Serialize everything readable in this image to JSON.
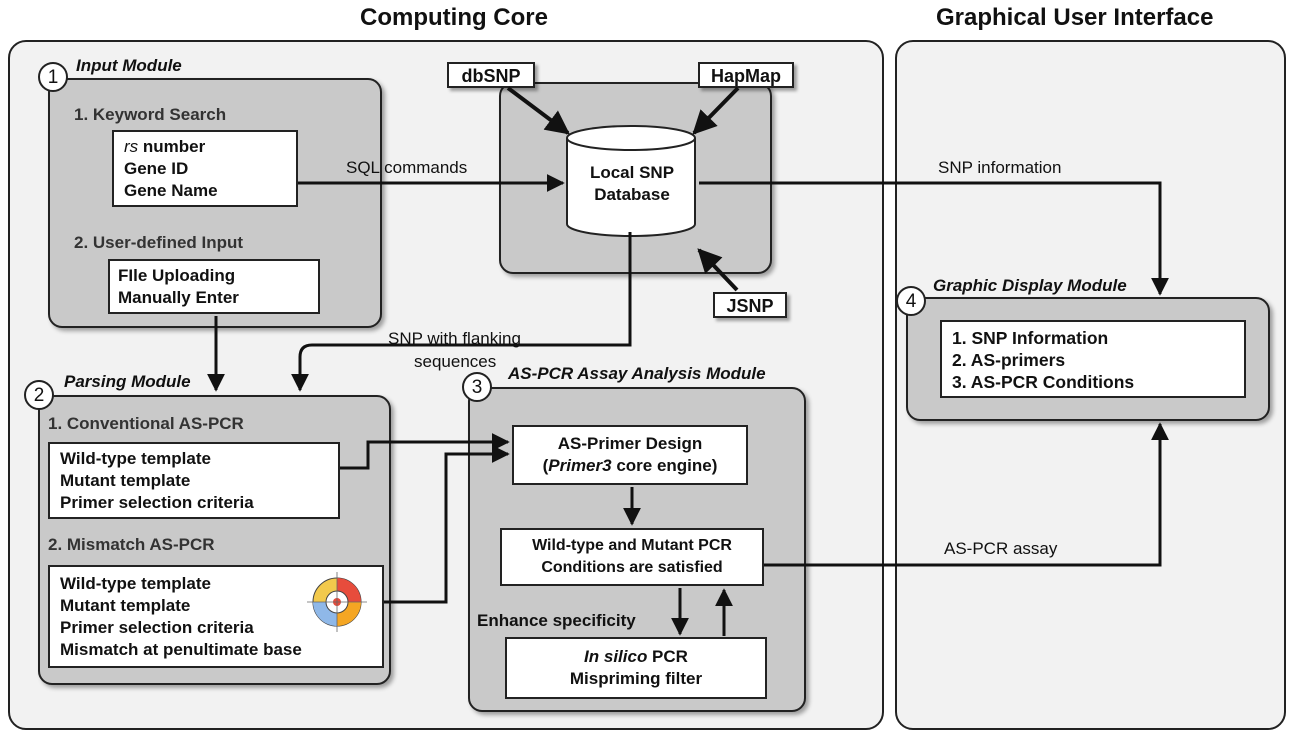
{
  "headings": {
    "core": "Computing Core",
    "gui": "Graphical User Interface"
  },
  "input_module": {
    "number": "1",
    "title": "Input Module",
    "keyword_search": "1. Keyword Search",
    "keyword_items": [
      "rs",
      " number",
      "Gene ID",
      "Gene Name"
    ],
    "user_defined": "2. User-defined Input",
    "user_items": [
      "FIle Uploading",
      "Manually Enter"
    ]
  },
  "database": {
    "sources": {
      "dbsnp": "dbSNP",
      "hapmap": "HapMap",
      "jsnp": "JSNP"
    },
    "label_lines": [
      "Local SNP",
      "Database"
    ]
  },
  "edge_labels": {
    "sql": "SQL commands",
    "snp_info": "SNP information",
    "flanking_1": "SNP with flanking",
    "flanking_2": "sequences",
    "assay": "AS-PCR assay"
  },
  "parsing_module": {
    "number": "2",
    "title": "Parsing Module",
    "conventional": "1. Conventional AS-PCR",
    "conventional_items": [
      "Wild-type template",
      "Mutant template",
      "Primer selection criteria"
    ],
    "mismatch": "2. Mismatch AS-PCR",
    "mismatch_items": [
      "Wild-type template",
      "Mutant template",
      "Primer selection criteria",
      "Mismatch at penultimate base"
    ]
  },
  "analysis_module": {
    "number": "3",
    "title": "AS-PCR Assay Analysis Module",
    "primer_design": [
      "AS-Primer Design",
      "Primer3",
      " core engine)"
    ],
    "conditions": [
      "Wild-type and Mutant PCR",
      "Conditions are satisfied"
    ],
    "enhance": "Enhance specificity",
    "insilico": [
      "In silico",
      " PCR",
      "Mispriming filter"
    ]
  },
  "display_module": {
    "number": "4",
    "title": "Graphic Display Module",
    "items": [
      "1. SNP Information",
      "2. AS-primers",
      "3. AS-PCR Conditions"
    ]
  },
  "colors": {
    "panel": "#f2f2f2",
    "module": "#c9c9c9",
    "line": "#111111"
  }
}
